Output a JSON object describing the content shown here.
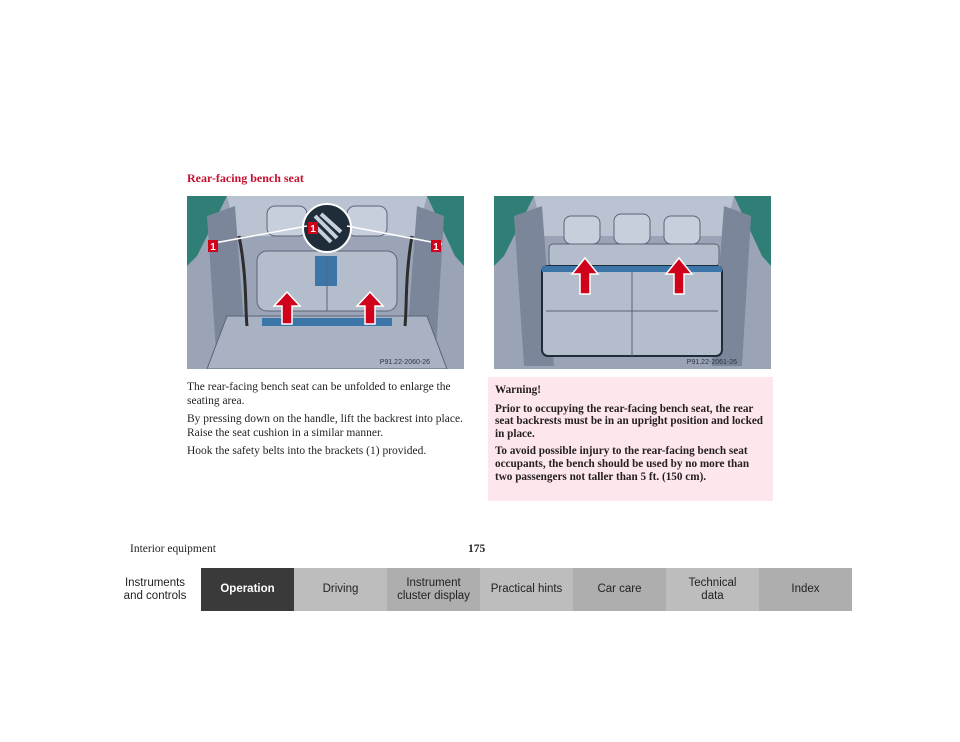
{
  "heading": "Rear-facing bench seat",
  "figures": {
    "left": {
      "code": "P91.22-2060-26",
      "callout": "1"
    },
    "right": {
      "code": "P91.22-2061-26"
    }
  },
  "body_paragraphs": [
    "The rear-facing bench seat can be unfolded to enlarge the seating area.",
    "By pressing down on the handle, lift the backrest into place. Raise the seat cushion in a similar manner.",
    "Hook the safety belts into the brackets (1) provided."
  ],
  "warning": {
    "title": "Warning!",
    "paragraphs": [
      "Prior to occupying the rear-facing bench seat, the rear seat backrests must be in an upright position and locked in place.",
      "To avoid possible injury to the rear-facing bench seat occupants, the bench should be used by no more than two passengers not taller than 5 ft. (150 cm)."
    ]
  },
  "footer": {
    "section": "Interior equipment",
    "page_number": "175"
  },
  "nav_tabs": [
    {
      "label": "Instruments\nand controls",
      "state": "white"
    },
    {
      "label": "Operation",
      "state": "active"
    },
    {
      "label": "Driving",
      "state": "light"
    },
    {
      "label": "Instrument\ncluster display",
      "state": "dark"
    },
    {
      "label": "Practical hints",
      "state": "light"
    },
    {
      "label": "Car care",
      "state": "dark"
    },
    {
      "label": "Technical\ndata",
      "state": "light"
    },
    {
      "label": "Index",
      "state": "dark"
    }
  ],
  "colors": {
    "heading": "#c8102e",
    "warning_bg": "#fde6ec",
    "active_tab": "#3a3a3a",
    "arrow": "#d0021b"
  }
}
